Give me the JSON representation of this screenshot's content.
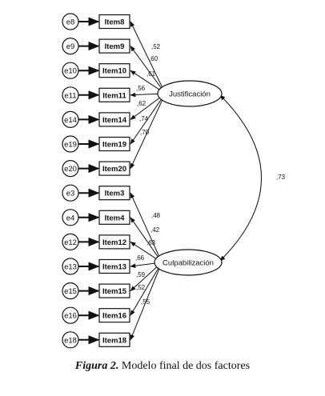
{
  "factors": [
    {
      "id": "F1",
      "label": "Justificación"
    },
    {
      "id": "F2",
      "label": "Culpabilización"
    }
  ],
  "indicators": [
    {
      "error": "e8",
      "item": "Item8",
      "factor": "F1",
      "loading": ",52"
    },
    {
      "error": "e9",
      "item": "Item9",
      "factor": "F1",
      "loading": ",60"
    },
    {
      "error": "e10",
      "item": "Item10",
      "factor": "F1",
      "loading": ",61"
    },
    {
      "error": "e11",
      "item": "Item11",
      "factor": "F1",
      "loading": ",56"
    },
    {
      "error": "e14",
      "item": "Item14",
      "factor": "F1",
      "loading": ",62"
    },
    {
      "error": "e19",
      "item": "Item19",
      "factor": "F1",
      "loading": ",74"
    },
    {
      "error": "e20",
      "item": "Item20",
      "factor": "F1",
      "loading": ",70"
    },
    {
      "error": "e3",
      "item": "Item3",
      "factor": "F2",
      "loading": ",48"
    },
    {
      "error": "e4",
      "item": "Item4",
      "factor": "F2",
      "loading": ",42"
    },
    {
      "error": "e12",
      "item": "Item12",
      "factor": "F2",
      "loading": ",63"
    },
    {
      "error": "e13",
      "item": "Item13",
      "factor": "F2",
      "loading": ",66"
    },
    {
      "error": "e15",
      "item": "Item15",
      "factor": "F2",
      "loading": ",59"
    },
    {
      "error": "e16",
      "item": "Item16",
      "factor": "F2",
      "loading": ",52"
    },
    {
      "error": "e18",
      "item": "Item18",
      "factor": "F2",
      "loading": ",55"
    }
  ],
  "correlation": {
    "label": ",73"
  },
  "caption": {
    "label": "Figura 2.",
    "text": " Modelo final de dos factores"
  },
  "colors": {
    "line": "#111111",
    "background": "#ffffff"
  }
}
